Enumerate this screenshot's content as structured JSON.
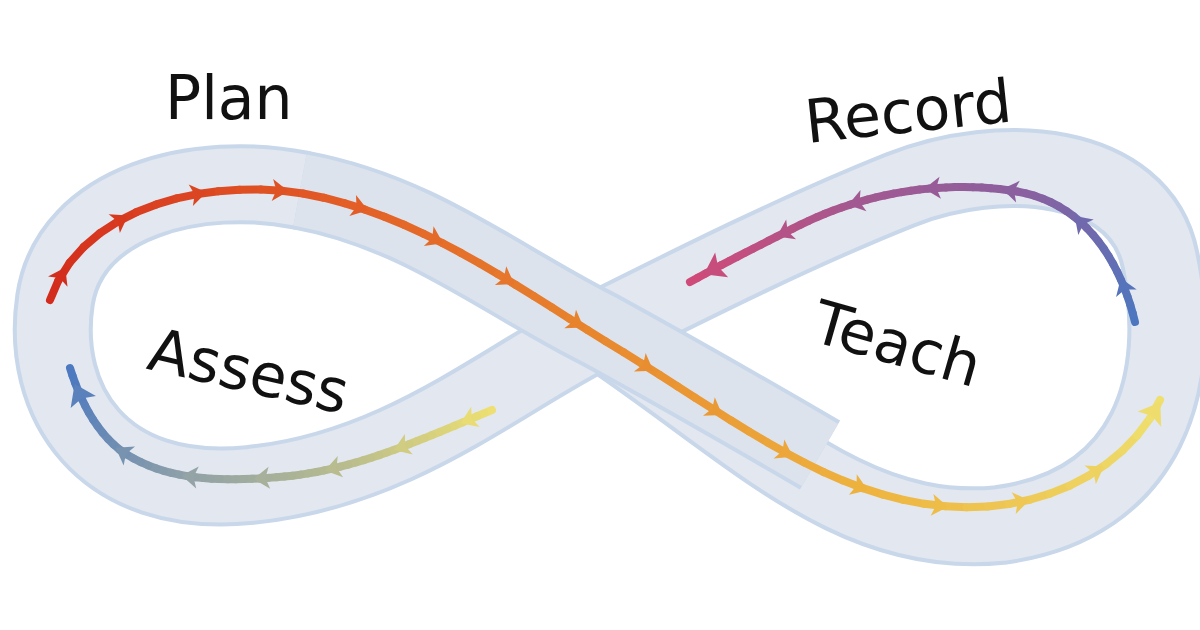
{
  "diagram": {
    "labels": [
      "Plan",
      "Record",
      "Assess",
      "Teach"
    ]
  }
}
